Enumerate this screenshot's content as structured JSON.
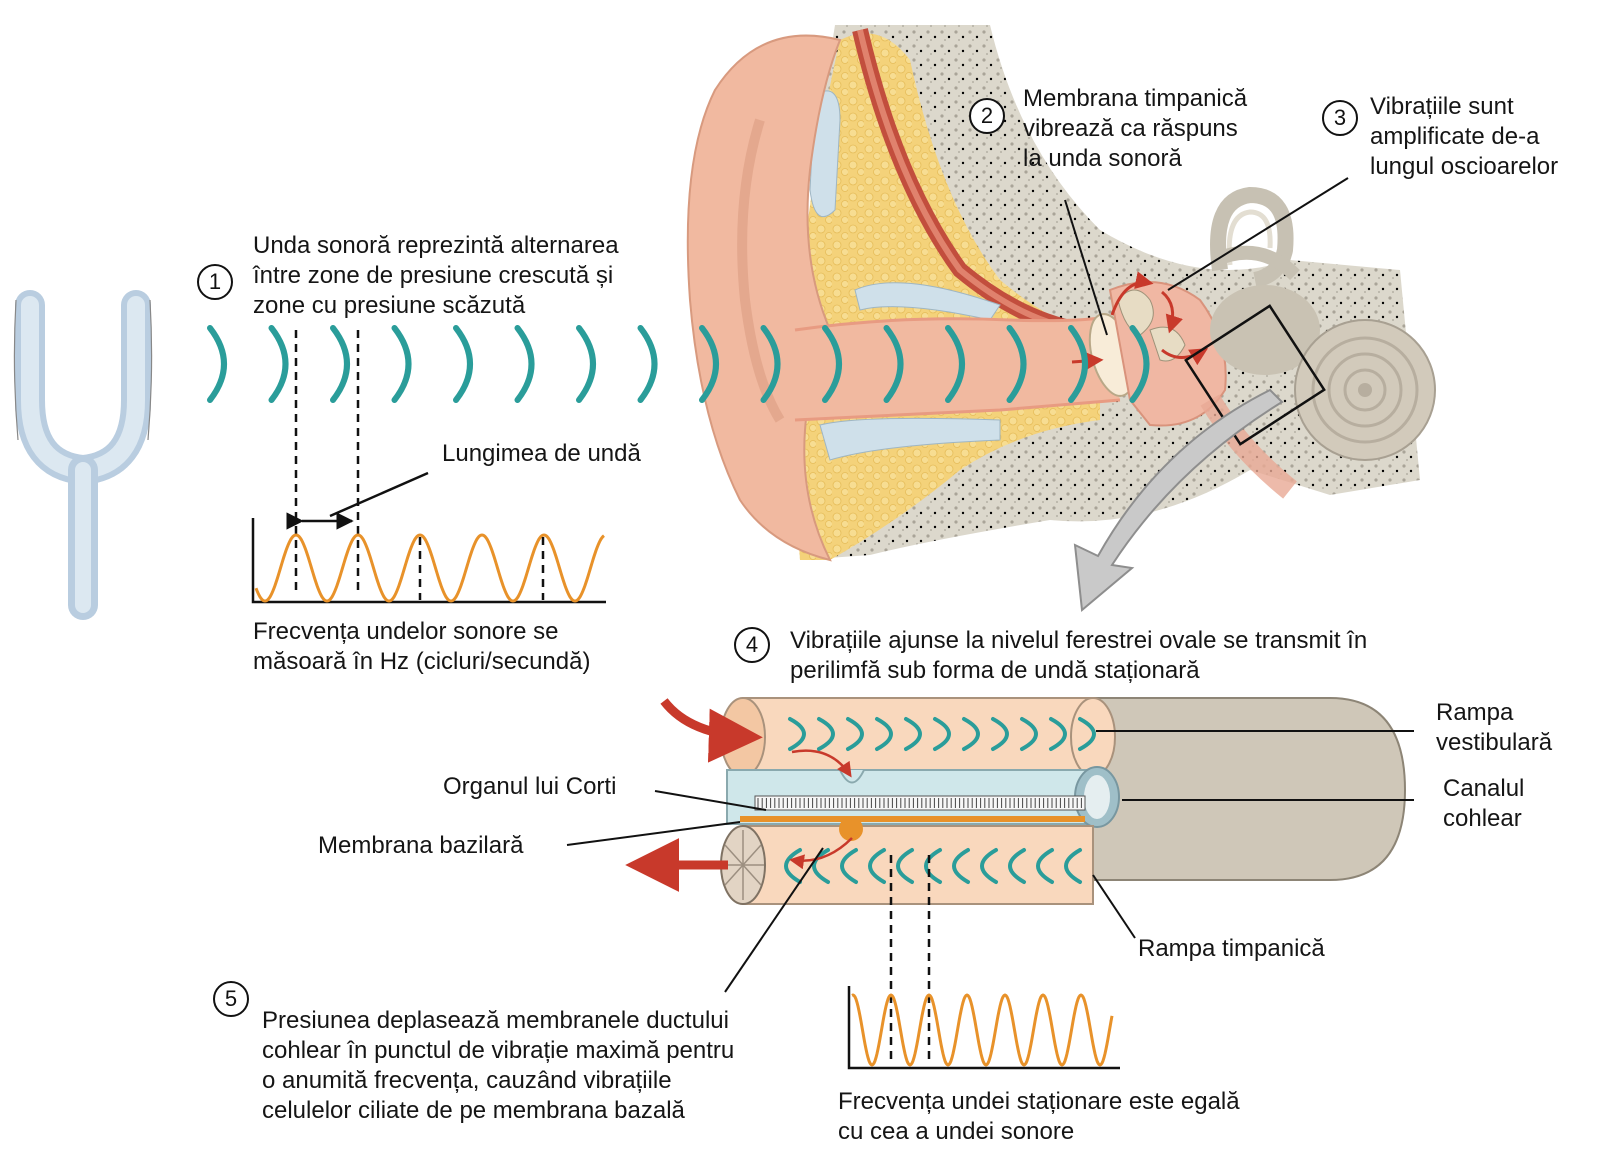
{
  "steps": [
    {
      "number": "1",
      "text": [
        "Unda sonoră reprezintă alternarea",
        "între zone de presiune crescută și",
        "zone cu presiune scăzută"
      ]
    },
    {
      "number": "2",
      "text": [
        "Membrana timpanică",
        "vibrează ca răspuns",
        "la unda sonoră"
      ]
    },
    {
      "number": "3",
      "text": [
        "Vibrațiile sunt",
        "amplificate de-a",
        "lungul oscioarelor"
      ]
    },
    {
      "number": "4",
      "text": [
        "Vibrațiile ajunse la nivelul ferestrei ovale se transmit în",
        "perilimfă sub forma de undă staționară"
      ]
    },
    {
      "number": "5",
      "text": [
        "Presiunea deplasează membranele ductului",
        "cohlear în punctul de vibrație maximă pentru",
        "o anumită frecvența, cauzând vibrațiile",
        "celulelor ciliate de pe membrana bazală"
      ]
    }
  ],
  "labels": {
    "wavelength": "Lungimea de undă",
    "frequency_note": [
      "Frecvența undelor sonore se",
      "măsoară în Hz (cicluri/secundă)"
    ],
    "standing_wave_note": [
      "Frecvența undei staționare este egală",
      "cu cea a undei sonore"
    ],
    "scala_vestibuli": [
      "Rampa",
      "vestibulară"
    ],
    "cochlear_duct": [
      "Canalul",
      "cohlear"
    ],
    "scala_tympani": "Rampa timpanică",
    "organ_of_corti": "Organul lui Corti",
    "basilar_membrane": "Membrana bazilară"
  },
  "colors": {
    "wave_teal": "#2a9d9a",
    "graph_orange": "#e8922a",
    "arrow_red": "#c8392b",
    "skin": "#f1b9a0",
    "bone": "#dcd8cc",
    "fat": "#f4d27a",
    "perilymph": "#f9d8bd",
    "endolymph": "#cfe7ea",
    "cochlea_outer": "#cfc7b8"
  }
}
